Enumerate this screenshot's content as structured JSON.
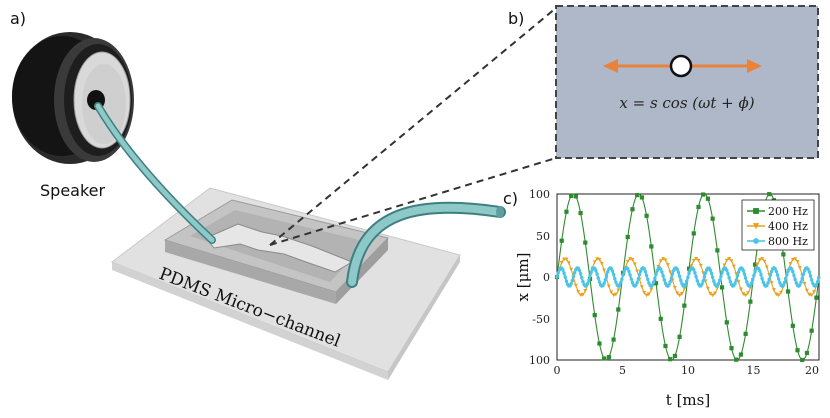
{
  "labels": {
    "panel_a": "a)",
    "panel_b": "b)",
    "panel_c": "c)",
    "speaker": "Speaker",
    "chip": "PDMS Micro−channel",
    "equation": "x = s cos (ωt + ϕ)"
  },
  "colors": {
    "panel_b_bg": "#aeb8c8",
    "arrow": "#e9823a",
    "tube": "#7fb8b8",
    "glass": "#dcdcdc",
    "pdms": "#b9b9b9"
  },
  "chart_data": {
    "type": "line",
    "xlabel": "t [ms]",
    "ylabel": "x [μm]",
    "xlim": [
      0,
      20
    ],
    "ylim": [
      -100,
      100
    ],
    "x_ticks": [
      "0",
      "5",
      "10",
      "15",
      "20"
    ],
    "y_ticks": [
      "100",
      "50",
      "0",
      "-50",
      "100"
    ],
    "legend_position": "top-right",
    "series": [
      {
        "name": "200 Hz",
        "frequency_hz": 200,
        "amplitude_um": 100,
        "color": "#2e8b2e",
        "marker": "square"
      },
      {
        "name": "400 Hz",
        "frequency_hz": 400,
        "amplitude_um": 22,
        "color": "#e8a020",
        "marker": "triangle-down"
      },
      {
        "name": "800 Hz",
        "frequency_hz": 800,
        "amplitude_um": 11,
        "color": "#4cc4e8",
        "marker": "circle"
      }
    ]
  }
}
